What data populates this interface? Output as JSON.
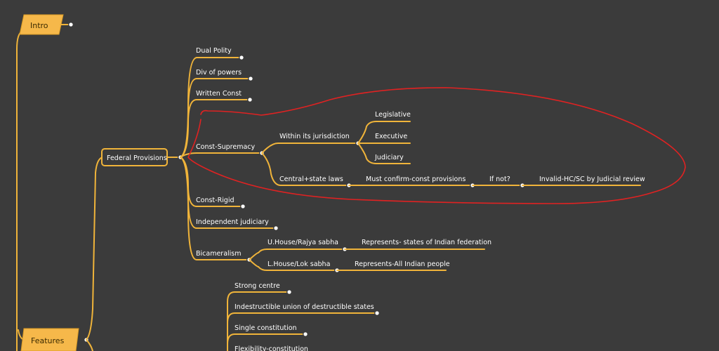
{
  "colors": {
    "background": "#3b3b3b",
    "branch": "#f0b43a",
    "tag_fill": "#f6b84a",
    "annotation": "#e02222",
    "text": "#ffffff"
  },
  "intro": {
    "label": "Intro"
  },
  "features": {
    "label": "Features"
  },
  "federal": {
    "label": "Federal Provisions",
    "dual_polity": "Dual Polity",
    "div_powers": "Div of powers",
    "written_const": "Written Const",
    "supremacy": {
      "label": "Const-Supremacy",
      "jurisdiction": {
        "label": "Within its jurisdiction",
        "legislative": "Legislative",
        "executive": "Executive",
        "judiciary": "Judiciary"
      },
      "central_state": {
        "label": "Central+state laws",
        "must_confirm": "Must confirm-const provisions",
        "if_not": "If not?",
        "invalid": "Invalid-HC/SC by Judicial review"
      }
    },
    "rigid": "Const-Rigid",
    "judiciary": "Independent judiciary",
    "bicameral": {
      "label": "Bicameralism",
      "upper": {
        "label": "U.House/Rajya sabha",
        "represents": "Represents- states of Indian federation"
      },
      "lower": {
        "label": "L.House/Lok sabha",
        "represents": "Represents-All Indian people"
      }
    }
  },
  "unitary": {
    "strong_centre": "Strong centre",
    "indestructible": "Indestructible union of destructible states",
    "single_const": "Single constitution",
    "flexibility": "Flexibility-constitution"
  }
}
